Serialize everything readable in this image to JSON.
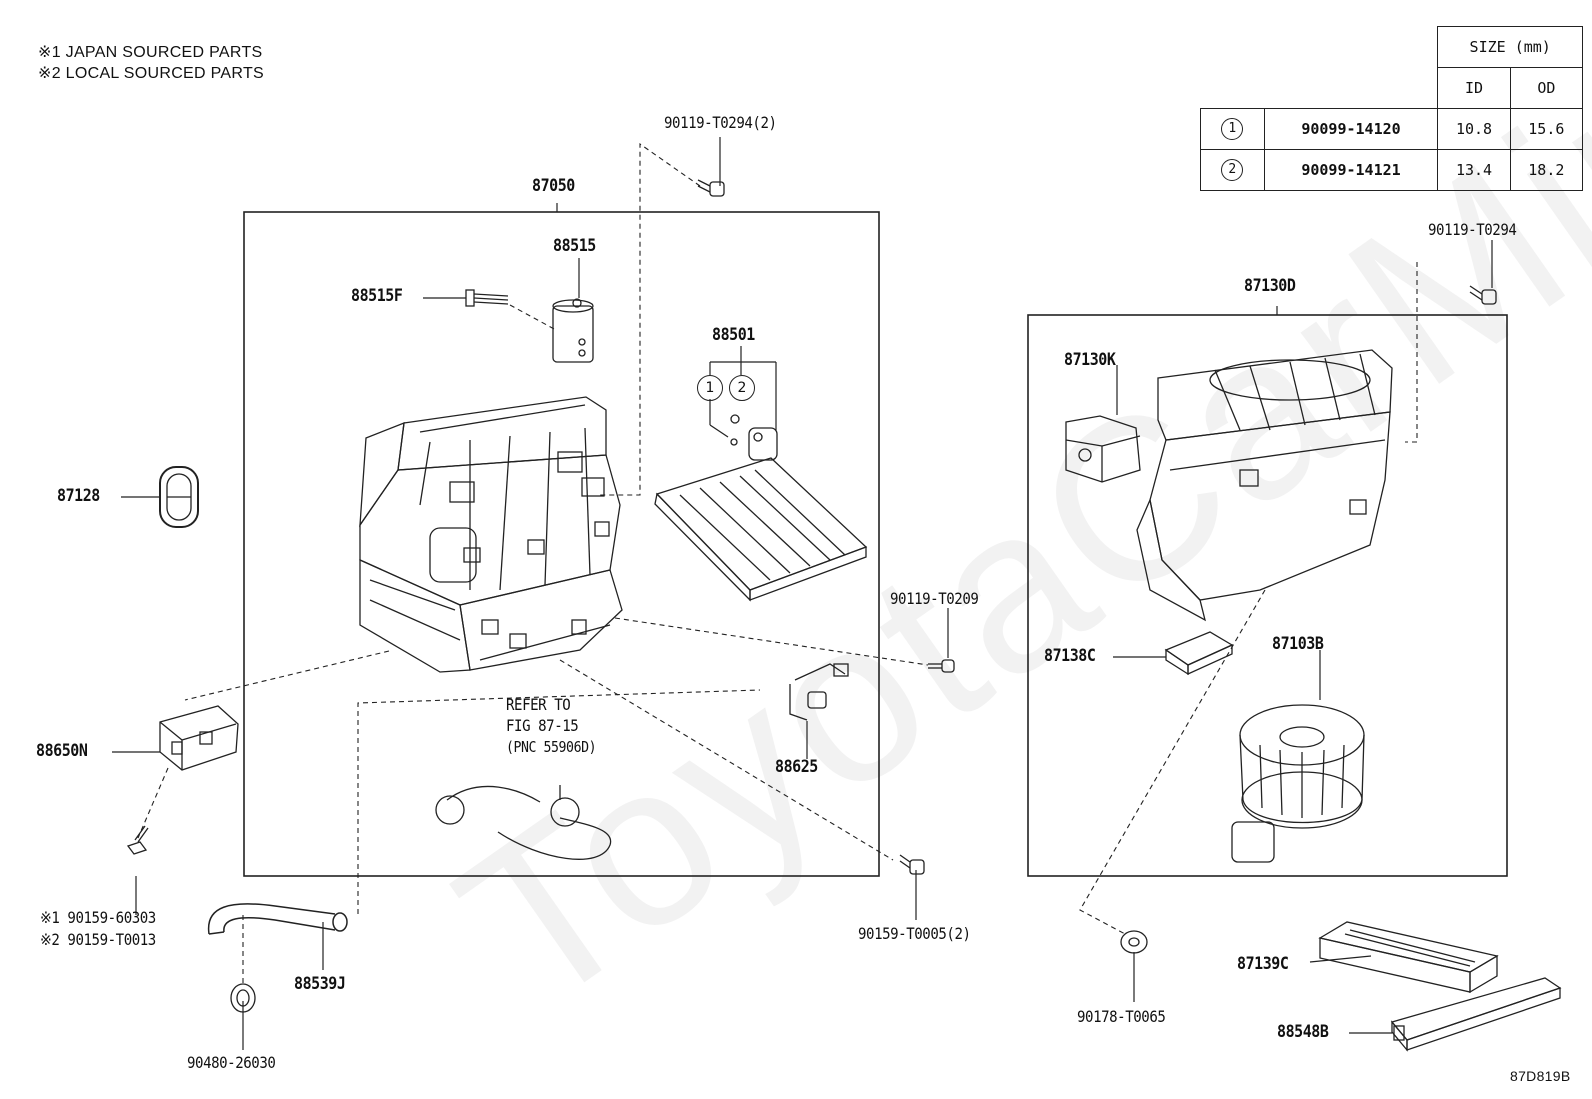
{
  "notes": [
    "※1 JAPAN SOURCED PARTS",
    "※2 LOCAL SOURCED PARTS"
  ],
  "size_table": {
    "header": "SIZE (mm)",
    "col_id": "ID",
    "col_od": "OD",
    "rows": [
      {
        "mark": "1",
        "part": "90099-14120",
        "id": "10.8",
        "od": "15.6"
      },
      {
        "mark": "2",
        "part": "90099-14121",
        "id": "13.4",
        "od": "18.2"
      }
    ]
  },
  "parts": {
    "p87050": "87050",
    "p90119_T0294_2": "90119-T0294(2)",
    "p88515": "88515",
    "p88515F": "88515F",
    "p88501": "88501",
    "p88501_c1": "1",
    "p88501_c2": "2",
    "p87128": "87128",
    "p88650N": "88650N",
    "p90119_T0209": "90119-T0209",
    "p88625": "88625",
    "refer1": "REFER TO",
    "refer2": "FIG 87-15",
    "refer3": "(PNC 55906D)",
    "p90159_60303": "※1 90159-60303",
    "p90159_T0013": "※2 90159-T0013",
    "p88539J": "88539J",
    "p90480_26030": "90480-26030",
    "p90159_T0005_2": "90159-T0005(2)",
    "p90119_T0294": "90119-T0294",
    "p87130D": "87130D",
    "p87130K": "87130K",
    "p87138C": "87138C",
    "p87103B": "87103B",
    "p90178_T0065": "90178-T0065",
    "p87139C": "87139C",
    "p88548B": "88548B"
  },
  "watermark": "ToyotaCarMine.ru",
  "figure_code": "87D819B"
}
